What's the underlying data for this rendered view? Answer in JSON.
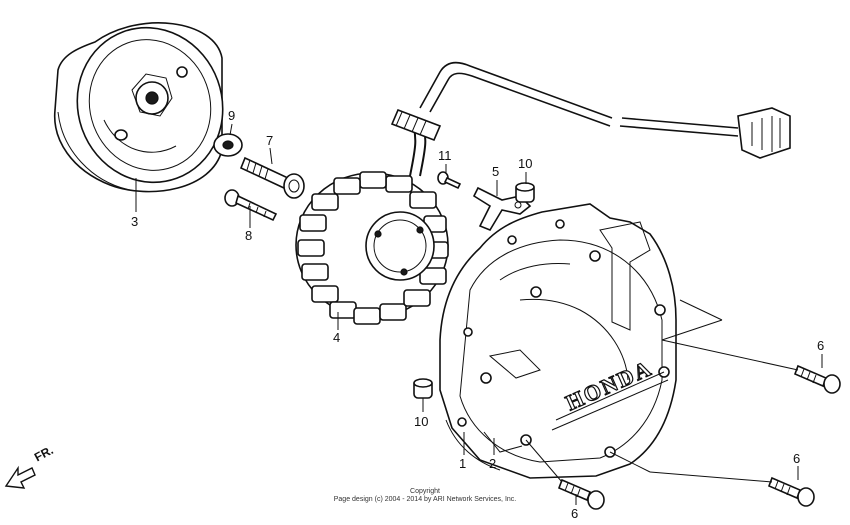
{
  "diagram": {
    "brand_text": "HONDA",
    "direction_label": "FR.",
    "callouts": {
      "c1": "1",
      "c2": "2",
      "c3": "3",
      "c4": "4",
      "c5": "5",
      "c6a": "6",
      "c6b": "6",
      "c6c": "6",
      "c7": "7",
      "c8": "8",
      "c9": "9",
      "c10a": "10",
      "c10b": "10",
      "c11": "11"
    },
    "copyright_line1": "Copyright",
    "copyright_line2": "Page design (c) 2004 - 2014 by ARI Network Services, Inc."
  }
}
